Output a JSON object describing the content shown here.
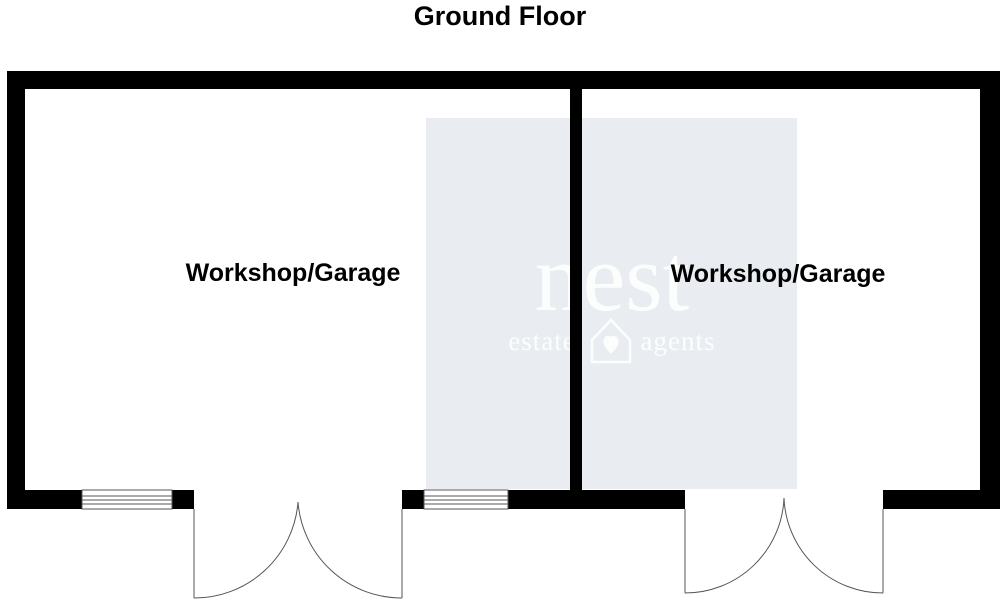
{
  "title": "Ground Floor",
  "rooms": [
    {
      "label": "Workshop/Garage"
    },
    {
      "label": "Workshop/Garage"
    }
  ],
  "watermark": {
    "brand": "nest",
    "left_word": "estate",
    "right_word": "agents",
    "panel_color": "#e9ecf1"
  },
  "colors": {
    "wall": "#000000",
    "background": "#ffffff",
    "door_line": "#555555"
  }
}
